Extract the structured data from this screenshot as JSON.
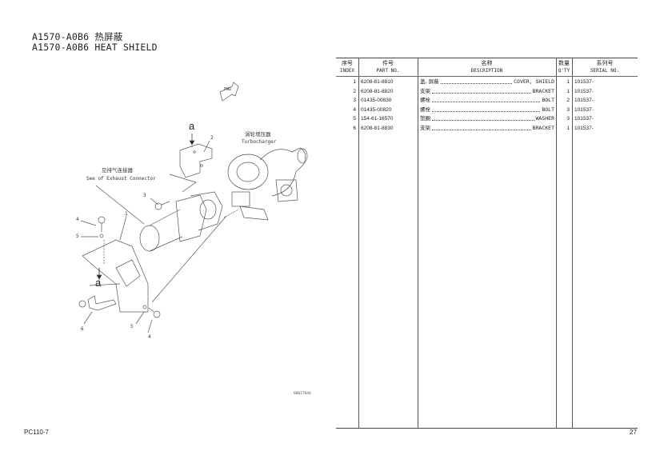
{
  "title": {
    "line1": "A1570-A0B6 热屏蔽",
    "line2": "A1570-A0B6 HEAT SHIELD"
  },
  "diagram": {
    "fwd_label": "FWD",
    "turbocharger_cn": "涡轮增压器",
    "turbocharger_en": "Turbocharger",
    "exhaust_cn": "见排气连接器",
    "exhaust_en": "See of Exhaust Connector",
    "view_marker": "a",
    "callouts": [
      "1",
      "2",
      "3",
      "4",
      "5",
      "6",
      "4",
      "5"
    ],
    "drawing_number": "00017640"
  },
  "table": {
    "headers": [
      {
        "cn": "序号",
        "en": "INDEX"
      },
      {
        "cn": "件号",
        "en": "PART NO."
      },
      {
        "cn": "名称",
        "en": "DESCRIPTION"
      },
      {
        "cn": "数量",
        "en": "Q'TY"
      },
      {
        "cn": "系列号",
        "en": "SERIAL NO."
      }
    ],
    "rows": [
      {
        "index": "1",
        "part": "6208-81-8810",
        "desc_cn": "盖, 屏蔽",
        "desc_en": "COVER, SHIELD",
        "qty": "1",
        "serial": "101537-"
      },
      {
        "index": "2",
        "part": "6208-81-8820",
        "desc_cn": "支架",
        "desc_en": "BRACKET",
        "qty": "1",
        "serial": "101537-"
      },
      {
        "index": "3",
        "part": "01435-00830",
        "desc_cn": "螺栓",
        "desc_en": "BOLT",
        "qty": "2",
        "serial": "101537-"
      },
      {
        "index": "4",
        "part": "01435-00820",
        "desc_cn": "螺栓",
        "desc_en": "BOLT",
        "qty": "3",
        "serial": "101537-"
      },
      {
        "index": "5",
        "part": "154-61-16570",
        "desc_cn": "垫圈",
        "desc_en": "WASHER",
        "qty": "3",
        "serial": "101537-"
      },
      {
        "index": "6",
        "part": "6208-81-8830",
        "desc_cn": "支架",
        "desc_en": "BRACKET",
        "qty": "1",
        "serial": "101537-"
      }
    ]
  },
  "footer": {
    "model": "PC110-7",
    "page": "27"
  }
}
